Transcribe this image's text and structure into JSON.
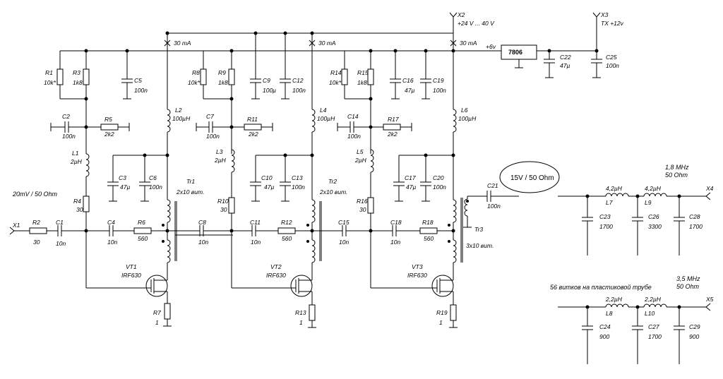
{
  "labels": {
    "x2": "X2",
    "x2_supply": "+24 V ... 40 V",
    "x3": "X3",
    "x3_supply": "TX +12v",
    "current1": "30 mA",
    "current2": "30 mA",
    "current3": "30 mA",
    "plus6v": "+6v",
    "reg": "7806",
    "c22": "C22",
    "c22v": "47µ",
    "c25": "C25",
    "c25v": "100n",
    "r1": "R1",
    "r1v": "10k*",
    "r3": "R3",
    "r3v": "1k8",
    "c5": "C5",
    "c5v": "100n",
    "r8": "R8",
    "r8v": "10k*",
    "r9": "R9",
    "r9v": "1k8",
    "c9": "C9",
    "c9v": "100µ",
    "c12": "C12",
    "c12v": "100n",
    "r14": "R14",
    "r14v": "10k*",
    "r15": "R15",
    "r15v": "1k8",
    "c16": "C16",
    "c16v": "47µ",
    "c19": "C19",
    "c19v": "100n",
    "c2": "C2",
    "c2v": "100n",
    "r5": "R5",
    "r5v": "2k2",
    "c7": "C7",
    "c7v": "100n",
    "r11": "R11",
    "r11v": "2k2",
    "c14": "C14",
    "c14v": "100n",
    "r17": "R17",
    "r17v": "2k2",
    "l1": "L1",
    "l1v": "2µH",
    "l2": "L2",
    "l2v": "100µH",
    "l3": "L3",
    "l3v": "2µH",
    "l4": "L4",
    "l4v": "100µH",
    "l5": "L5",
    "l5v": "2µH",
    "l6": "L6",
    "l6v": "100µH",
    "c3": "C3",
    "c3v": "47µ",
    "c6": "C6",
    "c6v": "100n",
    "c10": "C10",
    "c10v": "47µ",
    "c13": "C13",
    "c13v": "100n",
    "c17": "C17",
    "c17v": "47µ",
    "c20": "C20",
    "c20v": "100n",
    "tr1": "Tr1",
    "tr1w": "2x10 вит.",
    "tr2": "Tr2",
    "tr2w": "2x10 вит.",
    "tr3": "Tr3",
    "tr3w": "3x10 вит.",
    "input": "20mV / 50 Ohm",
    "r4": "R4",
    "r4v": "30",
    "r10": "R10",
    "r10v": "30",
    "r16": "R16",
    "r16v": "30",
    "x1": "X1",
    "r2": "R2",
    "r2v": "30",
    "c1": "C1",
    "c1v": "10n",
    "c4": "C4",
    "c4v": "10n",
    "r6": "R6",
    "r6v": "560",
    "c8": "C8",
    "c8v": "10n",
    "c11": "C11",
    "c11v": "10n",
    "r12": "R12",
    "r12v": "560",
    "c15": "C15",
    "c15v": "10n",
    "c18": "C18",
    "c18v": "10n",
    "r18": "R18",
    "r18v": "560",
    "vt1": "VT1",
    "vt1t": "IRF630",
    "vt2": "VT2",
    "vt2t": "IRF630",
    "vt3": "VT3",
    "vt3t": "IRF630",
    "r7": "R7",
    "r7v": "1",
    "r13": "R13",
    "r13v": "1",
    "r19": "R19",
    "r19v": "1",
    "c21": "C21",
    "c21v": "100n",
    "bubble": "15V / 50 Ohm",
    "f1": "1,8 MHz",
    "f1imp": "50 Ohm",
    "l7": "L7",
    "l7v": "4,2µH",
    "l9": "L9",
    "l9v": "4,2µH",
    "x4": "X4",
    "c23": "C23",
    "c23v": "1700",
    "c26": "C26",
    "c26v": "3300",
    "c28": "C28",
    "c28v": "1700",
    "note": "56 витков на пластиковой трубе",
    "f2": "3,5 MHz",
    "f2imp": "50 Ohm",
    "l8": "L8",
    "l8v": "2,2µH",
    "l10": "L10",
    "l10v": "2,2µH",
    "x5": "X5",
    "c24": "C24",
    "c24v": "900",
    "c27": "C27",
    "c27v": "1700",
    "c29": "C29",
    "c29v": "900"
  }
}
